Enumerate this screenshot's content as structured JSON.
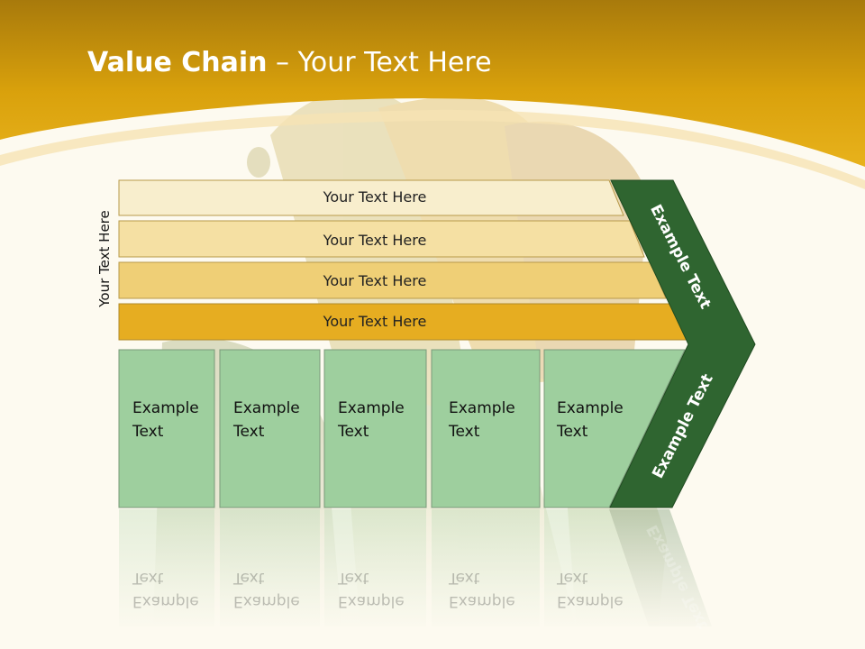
{
  "slide": {
    "title_bold": "Value Chain",
    "title_rest": " – Your Text Here",
    "side_label": "Your Text Here"
  },
  "bands": [
    {
      "label": "Your Text Here",
      "color": "#f8eecd"
    },
    {
      "label": "Your Text Here",
      "color": "#f5e0a3"
    },
    {
      "label": "Your Text Here",
      "color": "#efcf76"
    },
    {
      "label": "Your Text Here",
      "color": "#e6ad21"
    }
  ],
  "boxes": [
    {
      "line1": "Example",
      "line2": "Text"
    },
    {
      "line1": "Example",
      "line2": "Text"
    },
    {
      "line1": "Example",
      "line2": "Text"
    },
    {
      "line1": "Example",
      "line2": "Text"
    },
    {
      "line1": "Example",
      "line2": "Text"
    }
  ],
  "chevron": {
    "top_label": "Example Text",
    "bottom_label": "Example Text",
    "color": "#2f6530"
  },
  "colors": {
    "header_gold": "#d9a10c",
    "box_green": "#9ecf9e",
    "background": "#fdfaf0"
  }
}
